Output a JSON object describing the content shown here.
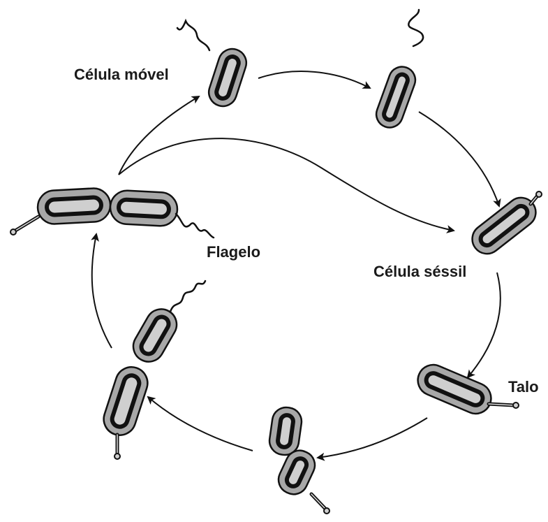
{
  "labels": {
    "motile_cell": "Célula móvel",
    "flagellum": "Flagelo",
    "sessile_cell": "Célula séssil",
    "stalk": "Talo"
  }
}
